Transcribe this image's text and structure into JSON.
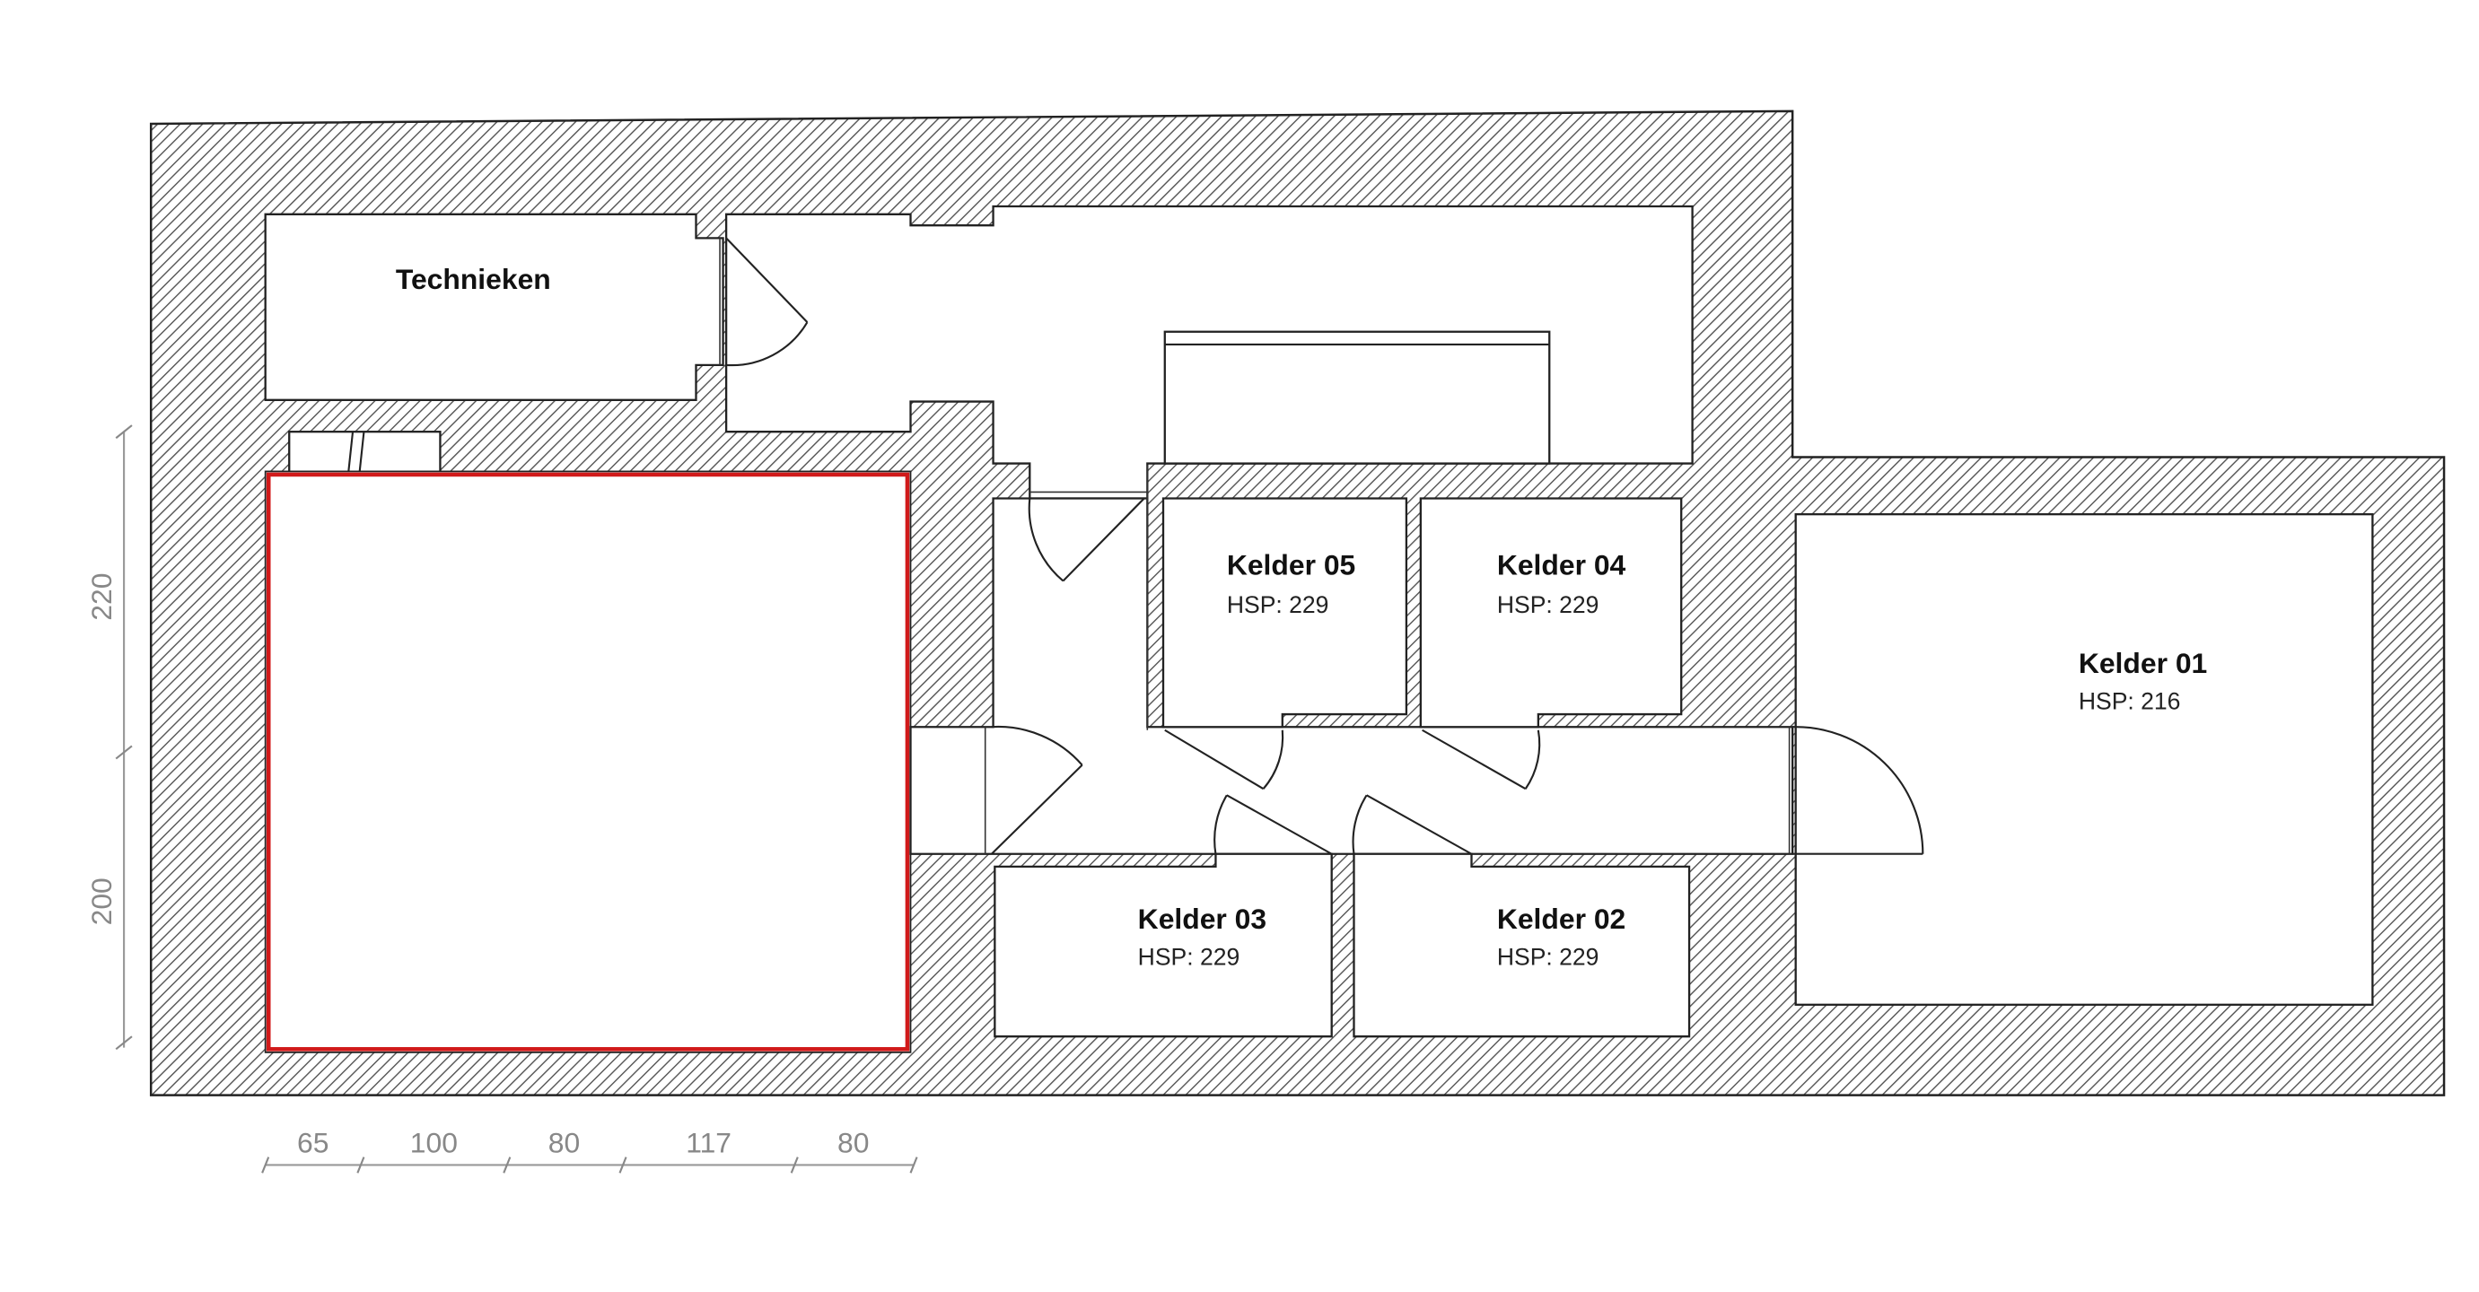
{
  "plan": {
    "colors": {
      "wall_stroke": "#222222",
      "hatch": "#555555",
      "selection": "#d11a1a",
      "dimension": "#888888"
    },
    "rooms": [
      {
        "id": "technieken",
        "name": "Technieken",
        "hsp": ""
      },
      {
        "id": "kelder05",
        "name": "Kelder 05",
        "hsp": "HSP: 229"
      },
      {
        "id": "kelder04",
        "name": "Kelder 04",
        "hsp": "HSP: 229"
      },
      {
        "id": "kelder03",
        "name": "Kelder 03",
        "hsp": "HSP: 229"
      },
      {
        "id": "kelder02",
        "name": "Kelder 02",
        "hsp": "HSP: 229"
      },
      {
        "id": "kelder01",
        "name": "Kelder 01",
        "hsp": "HSP: 216"
      }
    ],
    "selected_area": {
      "highlight": "red outline"
    },
    "dimensions": {
      "horizontal": [
        "65",
        "100",
        "80",
        "117",
        "80"
      ],
      "vertical": [
        "220",
        "200"
      ]
    }
  }
}
